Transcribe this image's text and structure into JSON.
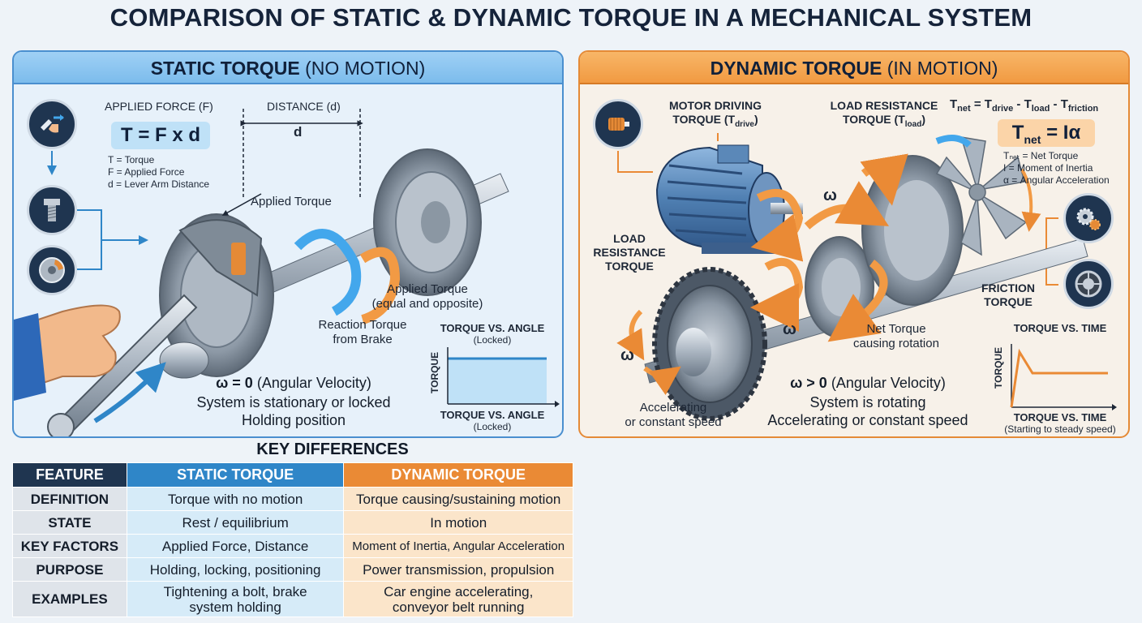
{
  "title": "COMPARISON OF STATIC & DYNAMIC TORQUE IN A MECHANICAL SYSTEM",
  "static": {
    "header_bold": "STATIC TORQUE",
    "header_rest": "(NO MOTION)",
    "applied_force": "APPLIED FORCE (F)",
    "distance": "DISTANCE (d)",
    "d_mark": "d",
    "formula": "T = F x d",
    "legend": [
      "T = Torque",
      "F = Applied Force",
      "d = Lever Arm Distance"
    ],
    "applied_torque_top": "Applied Torque",
    "applied_torque_right": "Applied Torque",
    "applied_torque_right_sub": "(equal and opposite)",
    "reaction_torque": "Reaction Torque",
    "reaction_torque_sub": "from Brake",
    "omega_bold": "ω = 0",
    "omega_rest": "(Angular Velocity)",
    "state_line1": "System is stationary or locked",
    "state_line2": "Holding position",
    "chart_title": "TORQUE VS. ANGLE",
    "chart_sub": "(Locked)",
    "chart_ylabel": "TORQUE",
    "chart_xlabel": "TORQUE VS. ANGLE",
    "chart_xsub": "(Locked)",
    "icons": [
      "hand-push-icon",
      "bolt-icon",
      "brake-disc-icon"
    ]
  },
  "dynamic": {
    "header_bold": "DYNAMIC TORQUE",
    "header_rest": "(IN MOTION)",
    "motor_l1": "MOTOR DRIVING",
    "motor_l2": "TORQUE (T",
    "motor_sub": "drive",
    "load_l1": "LOAD RESISTANCE",
    "load_l2": "TORQUE (T",
    "load_sub": "load",
    "net_eq_T": "T",
    "net_eq_net": "net",
    "net_eq_eq": " = T",
    "net_eq_drive": "drive",
    "net_eq_minus1": " - T",
    "net_eq_load": "load",
    "net_eq_minus2": " - T",
    "net_eq_friction": "friction",
    "formula_T": "T",
    "formula_net": "net",
    "formula_rest": " = Iα",
    "legend": [
      "Tₙₑₜ = Net Torque",
      "I = Moment of Inertia",
      "α = Angular Acceleration"
    ],
    "load_left_l1": "LOAD",
    "load_left_l2": "RESISTANCE",
    "load_left_l3": "TORQUE",
    "friction_l1": "FRICTION",
    "friction_l2": "TORQUE",
    "net_rot_l1": "Net Torque",
    "net_rot_l2": "causing rotation",
    "accel_l1": "Accelerating",
    "accel_l2": "or constant speed",
    "omega_symbol": "ω",
    "omega_bold": "ω > 0",
    "omega_rest": "(Angular Velocity)",
    "state_line1": "System is rotating",
    "state_line2": "Accelerating or constant speed",
    "chart_title": "TORQUE VS. TIME",
    "chart_ylabel": "TORQUE",
    "chart_xlabel": "TORQUE VS. TIME",
    "chart_xsub": "(Starting to steady speed)",
    "icons": [
      "motor-icon",
      "gears-icon",
      "wheel-icon"
    ]
  },
  "key_differences": {
    "title": "KEY DIFFERENCES",
    "columns": [
      "FEATURE",
      "STATIC TORQUE",
      "DYNAMIC TORQUE"
    ],
    "rows": [
      [
        "DEFINITION",
        "Torque with no motion",
        "Torque causing/sustaining motion"
      ],
      [
        "STATE",
        "Rest / equilibrium",
        "In motion"
      ],
      [
        "KEY FACTORS",
        "Applied Force, Distance",
        "Moment of Inertia, Angular Acceleration"
      ],
      [
        "PURPOSE",
        "Holding, locking, positioning",
        "Power transmission, propulsion"
      ],
      [
        "EXAMPLES",
        "Tightening a bolt, brake system holding",
        "Car engine accelerating, conveyor belt running"
      ]
    ]
  },
  "colors": {
    "static_accent": "#4a8fcf",
    "dynamic_accent": "#e58a36",
    "navy": "#1f3550"
  }
}
